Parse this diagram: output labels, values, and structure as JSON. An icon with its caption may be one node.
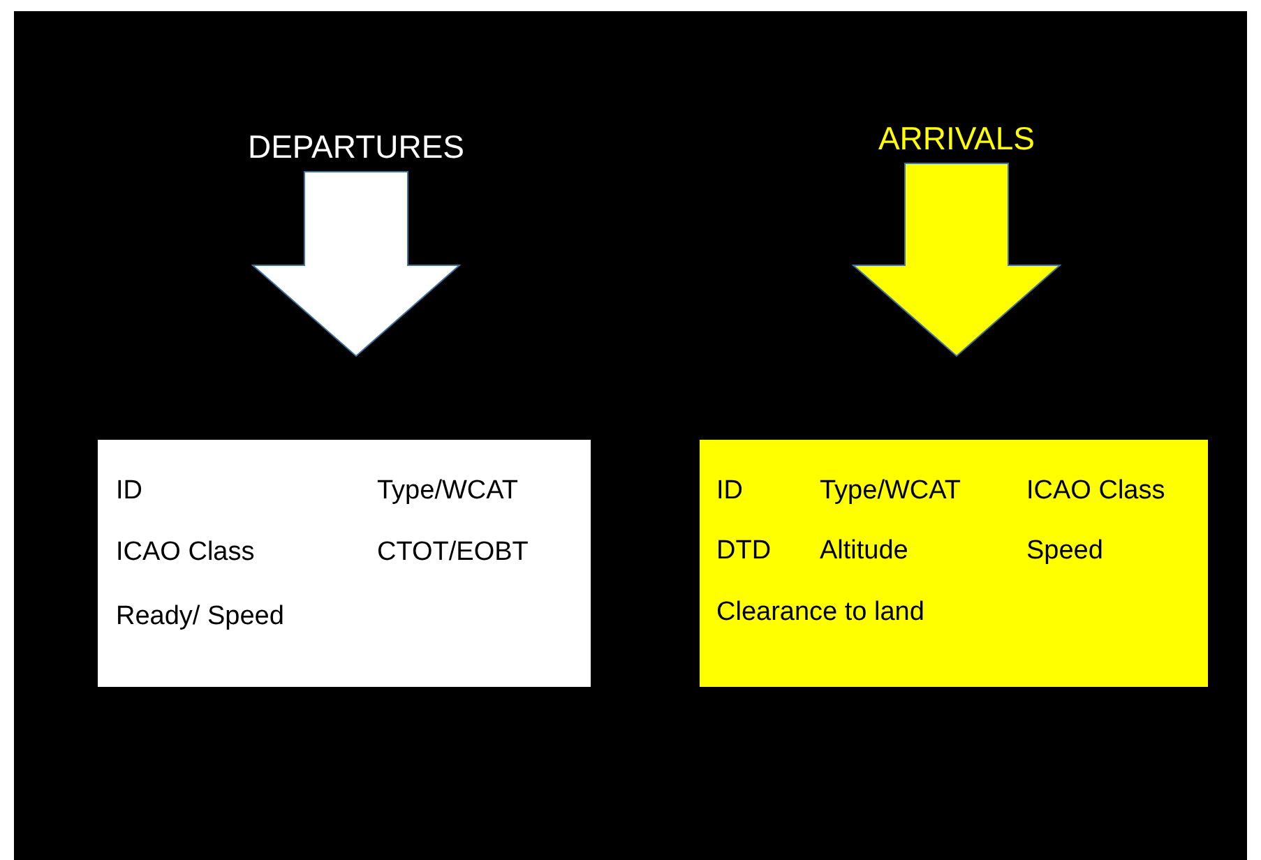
{
  "diagram": {
    "nodes": [
      {
        "text": [
          "DEPARTURES"
        ]
      },
      {
        "text": [
          "ARRIVALS"
        ]
      },
      {
        "text": [
          "ID",
          "Type/WCAT",
          "ICAO Class",
          "CTOT/EOBT",
          "Ready/ Speed"
        ]
      },
      {
        "text": [
          "ID",
          "Type/WCAT",
          "ICAO Class",
          "DTD",
          "Altitude",
          "Speed",
          "Clearance to land"
        ]
      }
    ],
    "edges": [
      {
        "from": 0,
        "to": 2,
        "arrow": "to",
        "style": "thick",
        "color": "#ffffff"
      },
      {
        "from": 1,
        "to": 3,
        "arrow": "to",
        "style": "thick",
        "color": "#ffff00"
      }
    ]
  }
}
